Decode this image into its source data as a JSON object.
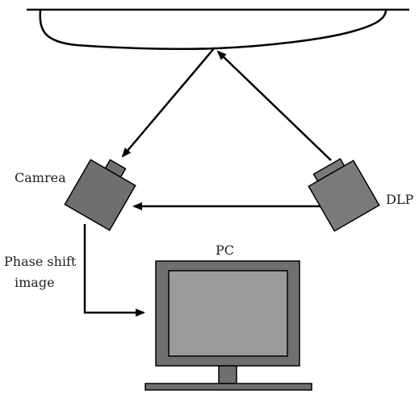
{
  "labels": {
    "camera": "Camrea",
    "projector": "DLP",
    "computer": "PC",
    "signal_line1": "Phase shift",
    "signal_line2": "image"
  },
  "colors": {
    "device_fill": "#6f6f6f",
    "device_fill_light": "#7a7a7a",
    "screen_fill": "#9a9a9a",
    "stroke": "#000000"
  }
}
